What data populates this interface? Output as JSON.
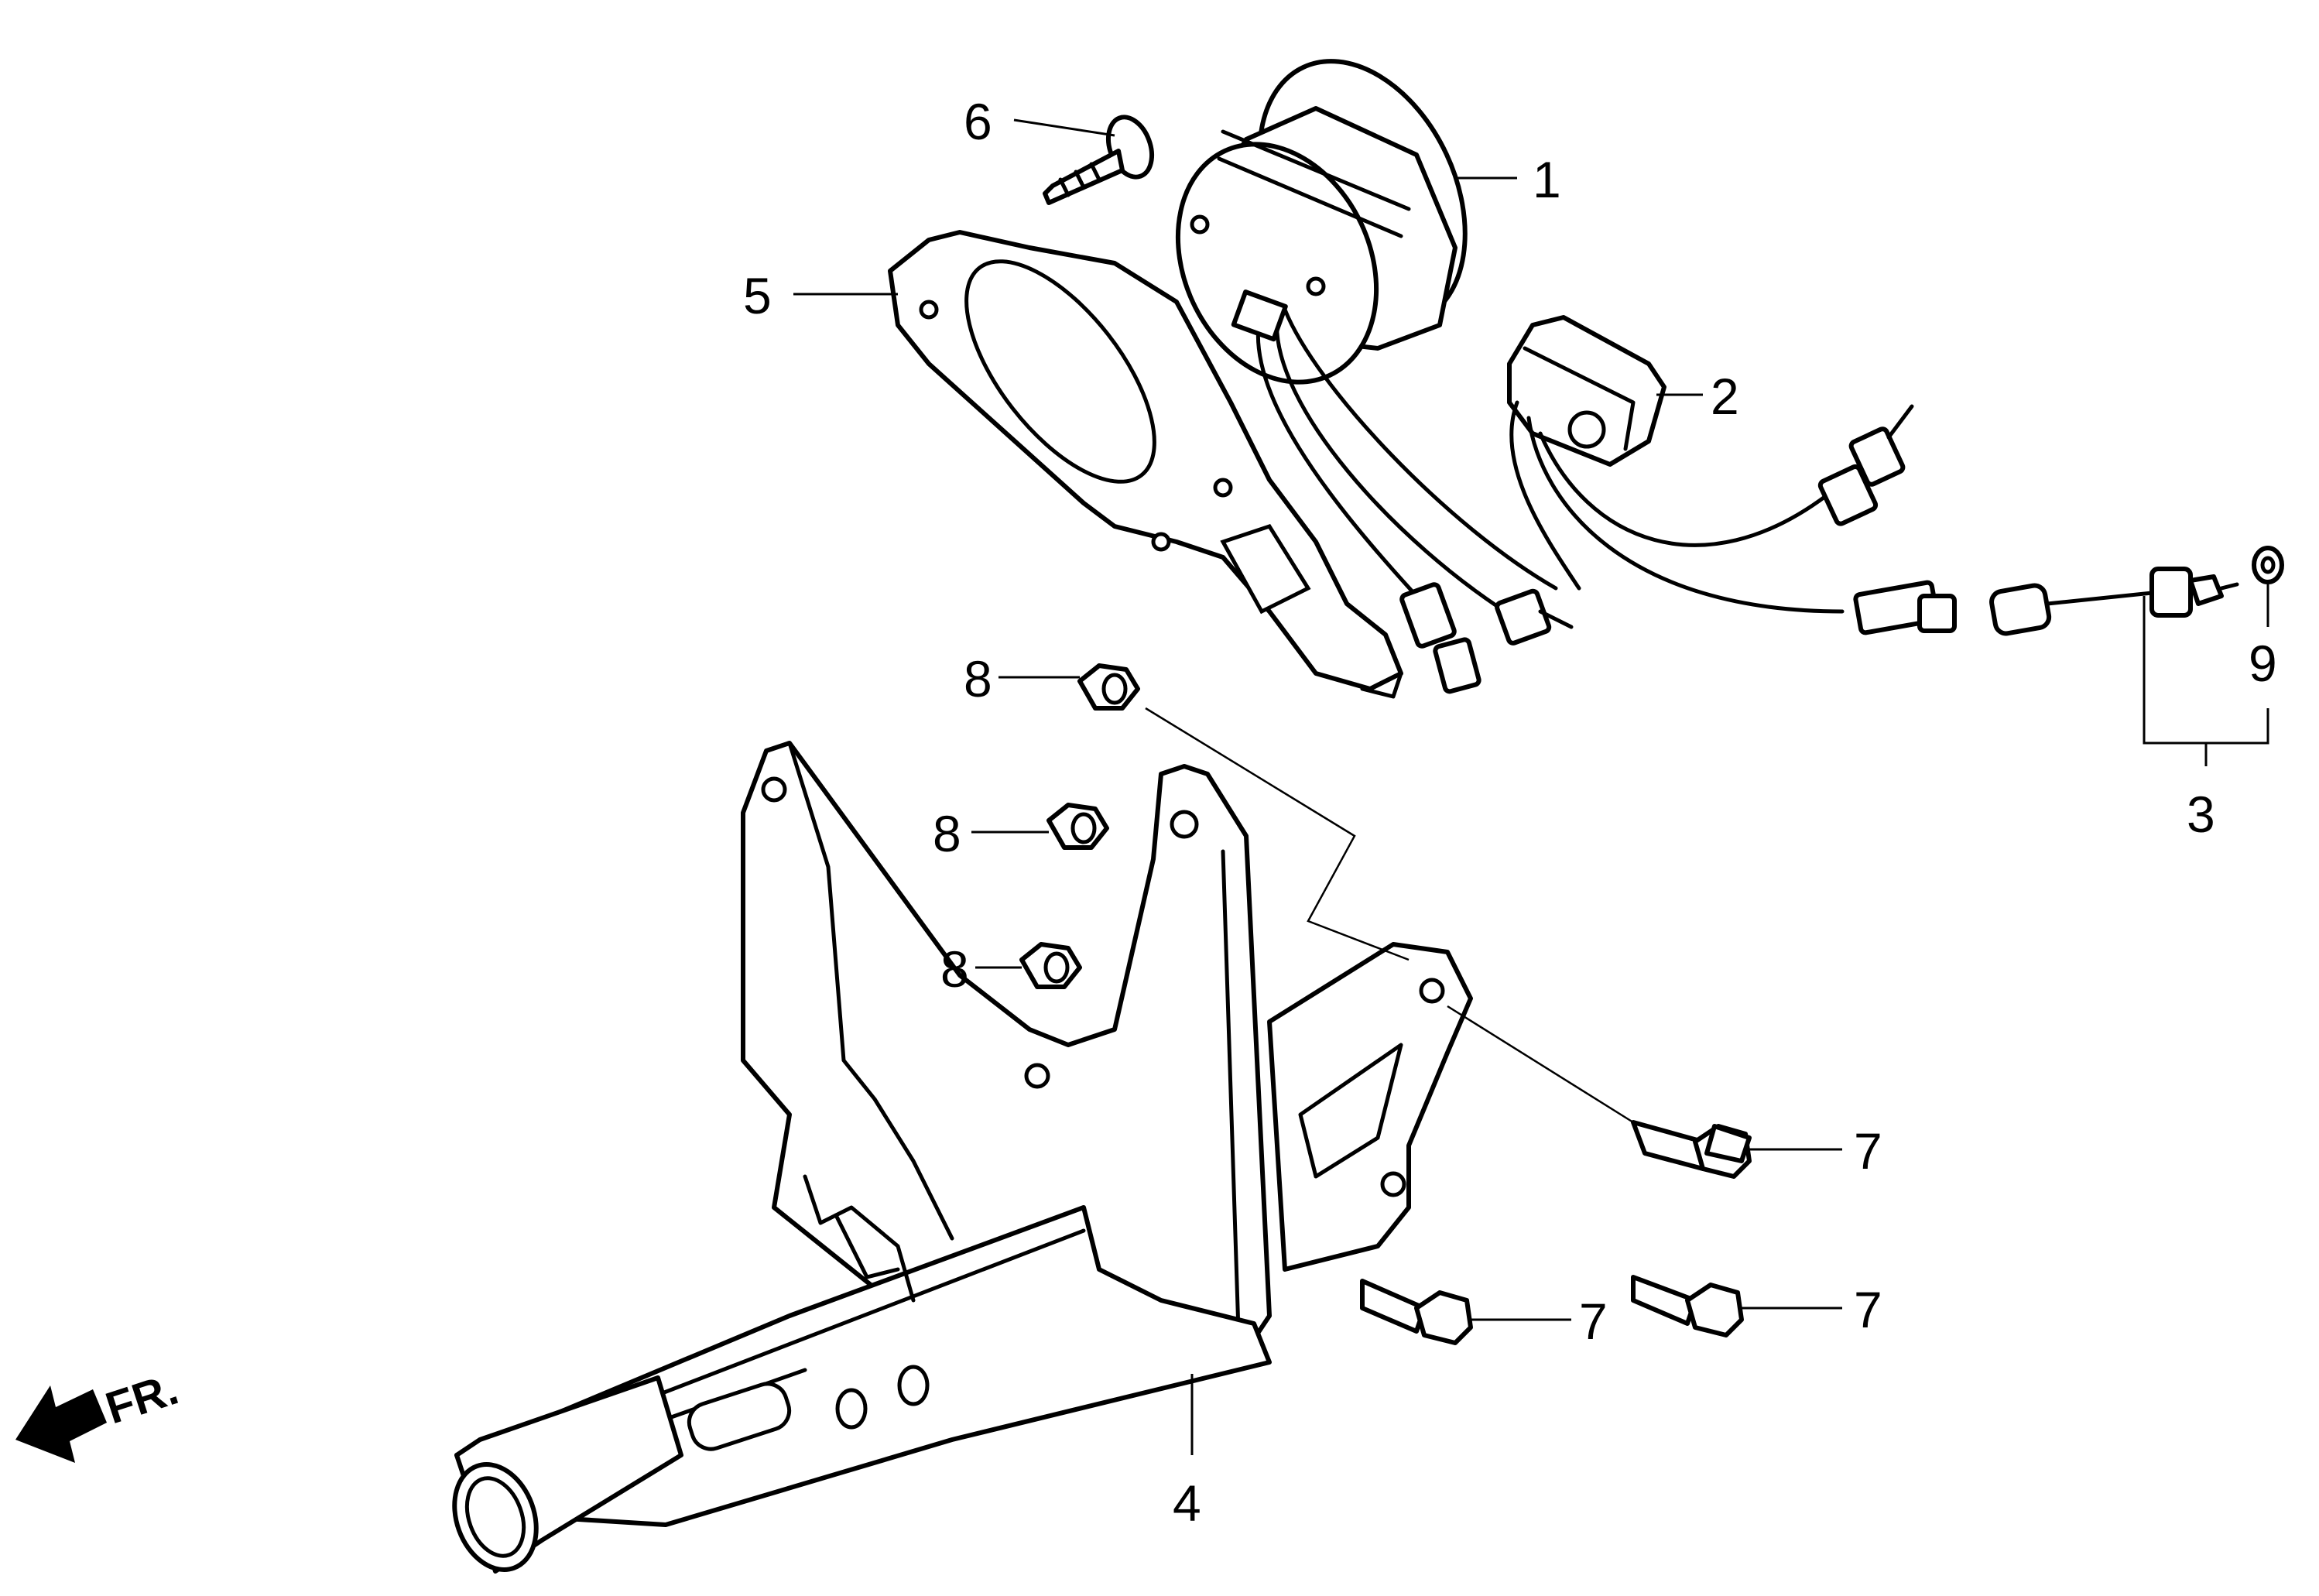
{
  "callouts": {
    "c1": "1",
    "c2": "2",
    "c3": "3",
    "c4": "4",
    "c5": "5",
    "c6": "6",
    "c7a": "7",
    "c7b": "7",
    "c7c": "7",
    "c8a": "8",
    "c8b": "8",
    "c8c": "8",
    "c9": "9"
  },
  "direction": {
    "label": "FR.",
    "icon": "arrow-left-icon"
  },
  "colors": {
    "line": "#000000",
    "background": "#ffffff"
  }
}
